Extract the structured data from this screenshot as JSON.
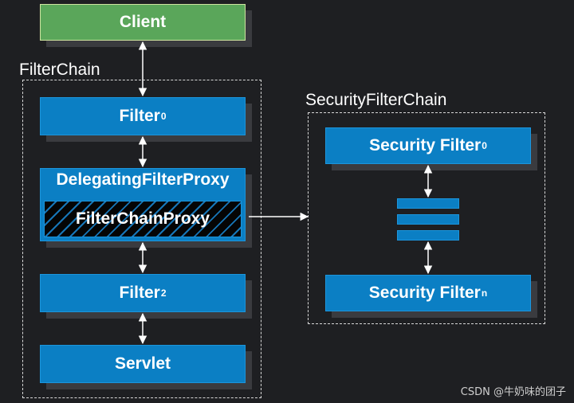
{
  "groups": {
    "filter_chain": {
      "label": "FilterChain"
    },
    "security_filter_chain": {
      "label": "SecurityFilterChain"
    }
  },
  "nodes": {
    "client": {
      "label": "Client"
    },
    "filter0": {
      "label": "Filter",
      "subscript": "0"
    },
    "delegating_proxy": {
      "label": "DelegatingFilterProxy"
    },
    "filter_chain_proxy": {
      "label": "FilterChainProxy"
    },
    "filter2": {
      "label": "Filter",
      "subscript": "2"
    },
    "servlet": {
      "label": "Servlet"
    },
    "security_filter0": {
      "label": "Security Filter",
      "subscript": "0"
    },
    "security_filtern": {
      "label": "Security Filter",
      "subscript": "n"
    }
  },
  "colors": {
    "background": "#1e1f22",
    "node_blue": "#0b7fc4",
    "node_green": "#5aa65a",
    "arrow": "#ffffff"
  },
  "watermark": {
    "text": "CSDN @牛奶味的团子"
  }
}
